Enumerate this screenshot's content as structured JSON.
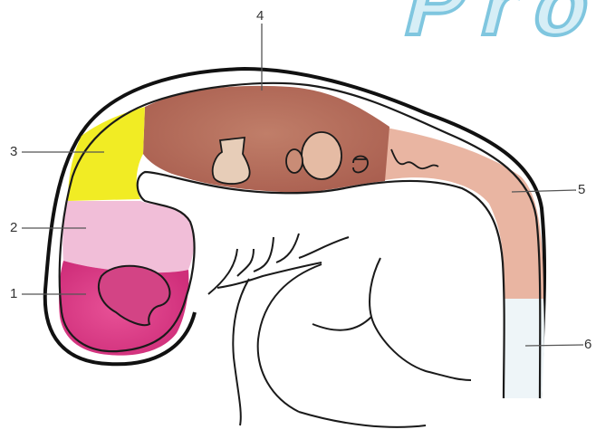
{
  "watermark": {
    "text": "Pro"
  },
  "callouts": [
    {
      "id": "1",
      "label": "1"
    },
    {
      "id": "2",
      "label": "2"
    },
    {
      "id": "3",
      "label": "3"
    },
    {
      "id": "4",
      "label": "4"
    },
    {
      "id": "5",
      "label": "5"
    },
    {
      "id": "6",
      "label": "6"
    }
  ],
  "colors": {
    "segment_1": "#d93d86",
    "segment_2": "#f1bed8",
    "segment_3": "#f1ec24",
    "segment_4": "#b9705e",
    "segment_5": "#e9b5a2",
    "segment_6": "#eef5f8",
    "outline": "#111111",
    "watermark": "#7fc6df"
  }
}
